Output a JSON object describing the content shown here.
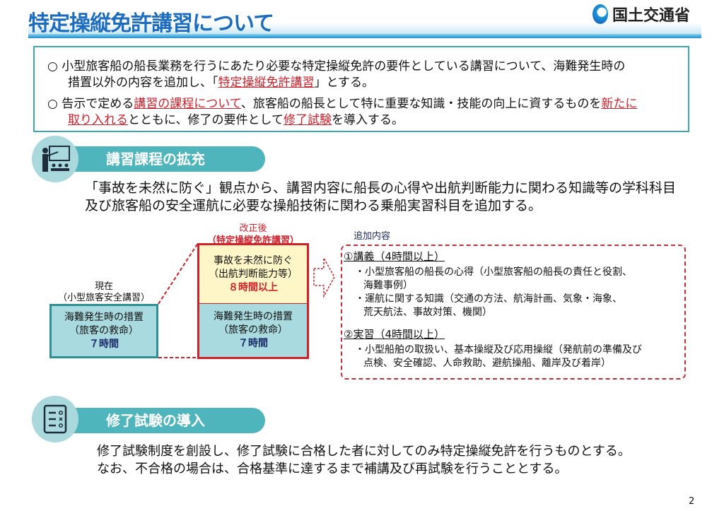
{
  "header": {
    "title": "特定操縦免許講習について",
    "ministry": "国土交通省"
  },
  "intro": {
    "lines": [
      [
        {
          "t": "○ 小型旅客船の船長業務を行うにあたり必要な特定操縦免許の要件としている講習について、海難発生時の"
        }
      ],
      [
        {
          "t": "措置以外の内容を追加し、「"
        },
        {
          "t": "特定操縦免許講習",
          "red": true
        },
        {
          "t": "」とする。"
        }
      ],
      [
        {
          "t": "○ 告示で定める"
        },
        {
          "t": "講習の課程について",
          "red": true
        },
        {
          "t": "、旅客船の船長として特に重要な知識・技能の向上に資するものを"
        },
        {
          "t": "新たに",
          "red": true
        }
      ],
      [
        {
          "t": "取り入れる",
          "red": true
        },
        {
          "t": "とともに、修了の要件として"
        },
        {
          "t": "修了試験",
          "red": true
        },
        {
          "t": "を導入する。"
        }
      ]
    ]
  },
  "section1": {
    "heading": "講習課程の拡充",
    "icon": "lecture-icon",
    "body": [
      "「事故を未然に防ぐ」観点から、講習内容に船長の心得や出航判断能力に関わる知識等の学科科目",
      "及び旅客船の安全運航に必要な操船技術に関わる乗船実習科目を追加する。"
    ],
    "current": {
      "label": "現在",
      "sub": "（小型旅客安全講習）",
      "box": [
        "海難発生時の措置",
        "（旅客の救命）"
      ],
      "hours": "７時間"
    },
    "revised": {
      "label": "改正後",
      "sub": "（特定操縦免許講習）",
      "top": [
        "事故を未然に防ぐ",
        "（出航判断能力等）"
      ],
      "top_hours": "８時間以上",
      "bottom": [
        "海難発生時の措置",
        "（旅客の救命）"
      ],
      "bottom_hours": "７時間"
    },
    "added": {
      "label": "追加内容",
      "items": [
        {
          "title": "①講義（4時間以上）",
          "lines": [
            "・小型旅客船の船長の心得（小型旅客船の船長の責任と役割、",
            "海難事例）",
            "・運航に関する知識（交通の方法、航海計画、気象・海象、",
            "荒天航法、事故対策、機関）"
          ]
        },
        {
          "title": "②実習（4時間以上）",
          "lines": [
            "・小型船舶の取扱い、基本操縦及び応用操縦（発航前の準備及び",
            "点検、安全確認、人命救助、避航操船、離岸及び着岸）"
          ]
        }
      ]
    }
  },
  "section2": {
    "heading": "修了試験の導入",
    "icon": "checklist-icon",
    "body": [
      "修了試験制度を創設し、修了試験に合格した者に対してのみ特定操縦免許を行うものとする。",
      "なお、不合格の場合は、合格基準に達するまで補講及び再試験を行うこととする。"
    ]
  },
  "page_number": "2",
  "colors": {
    "teal": "#4fb5bd",
    "red": "#d0202a",
    "title_blue": "#1c6cc0"
  }
}
